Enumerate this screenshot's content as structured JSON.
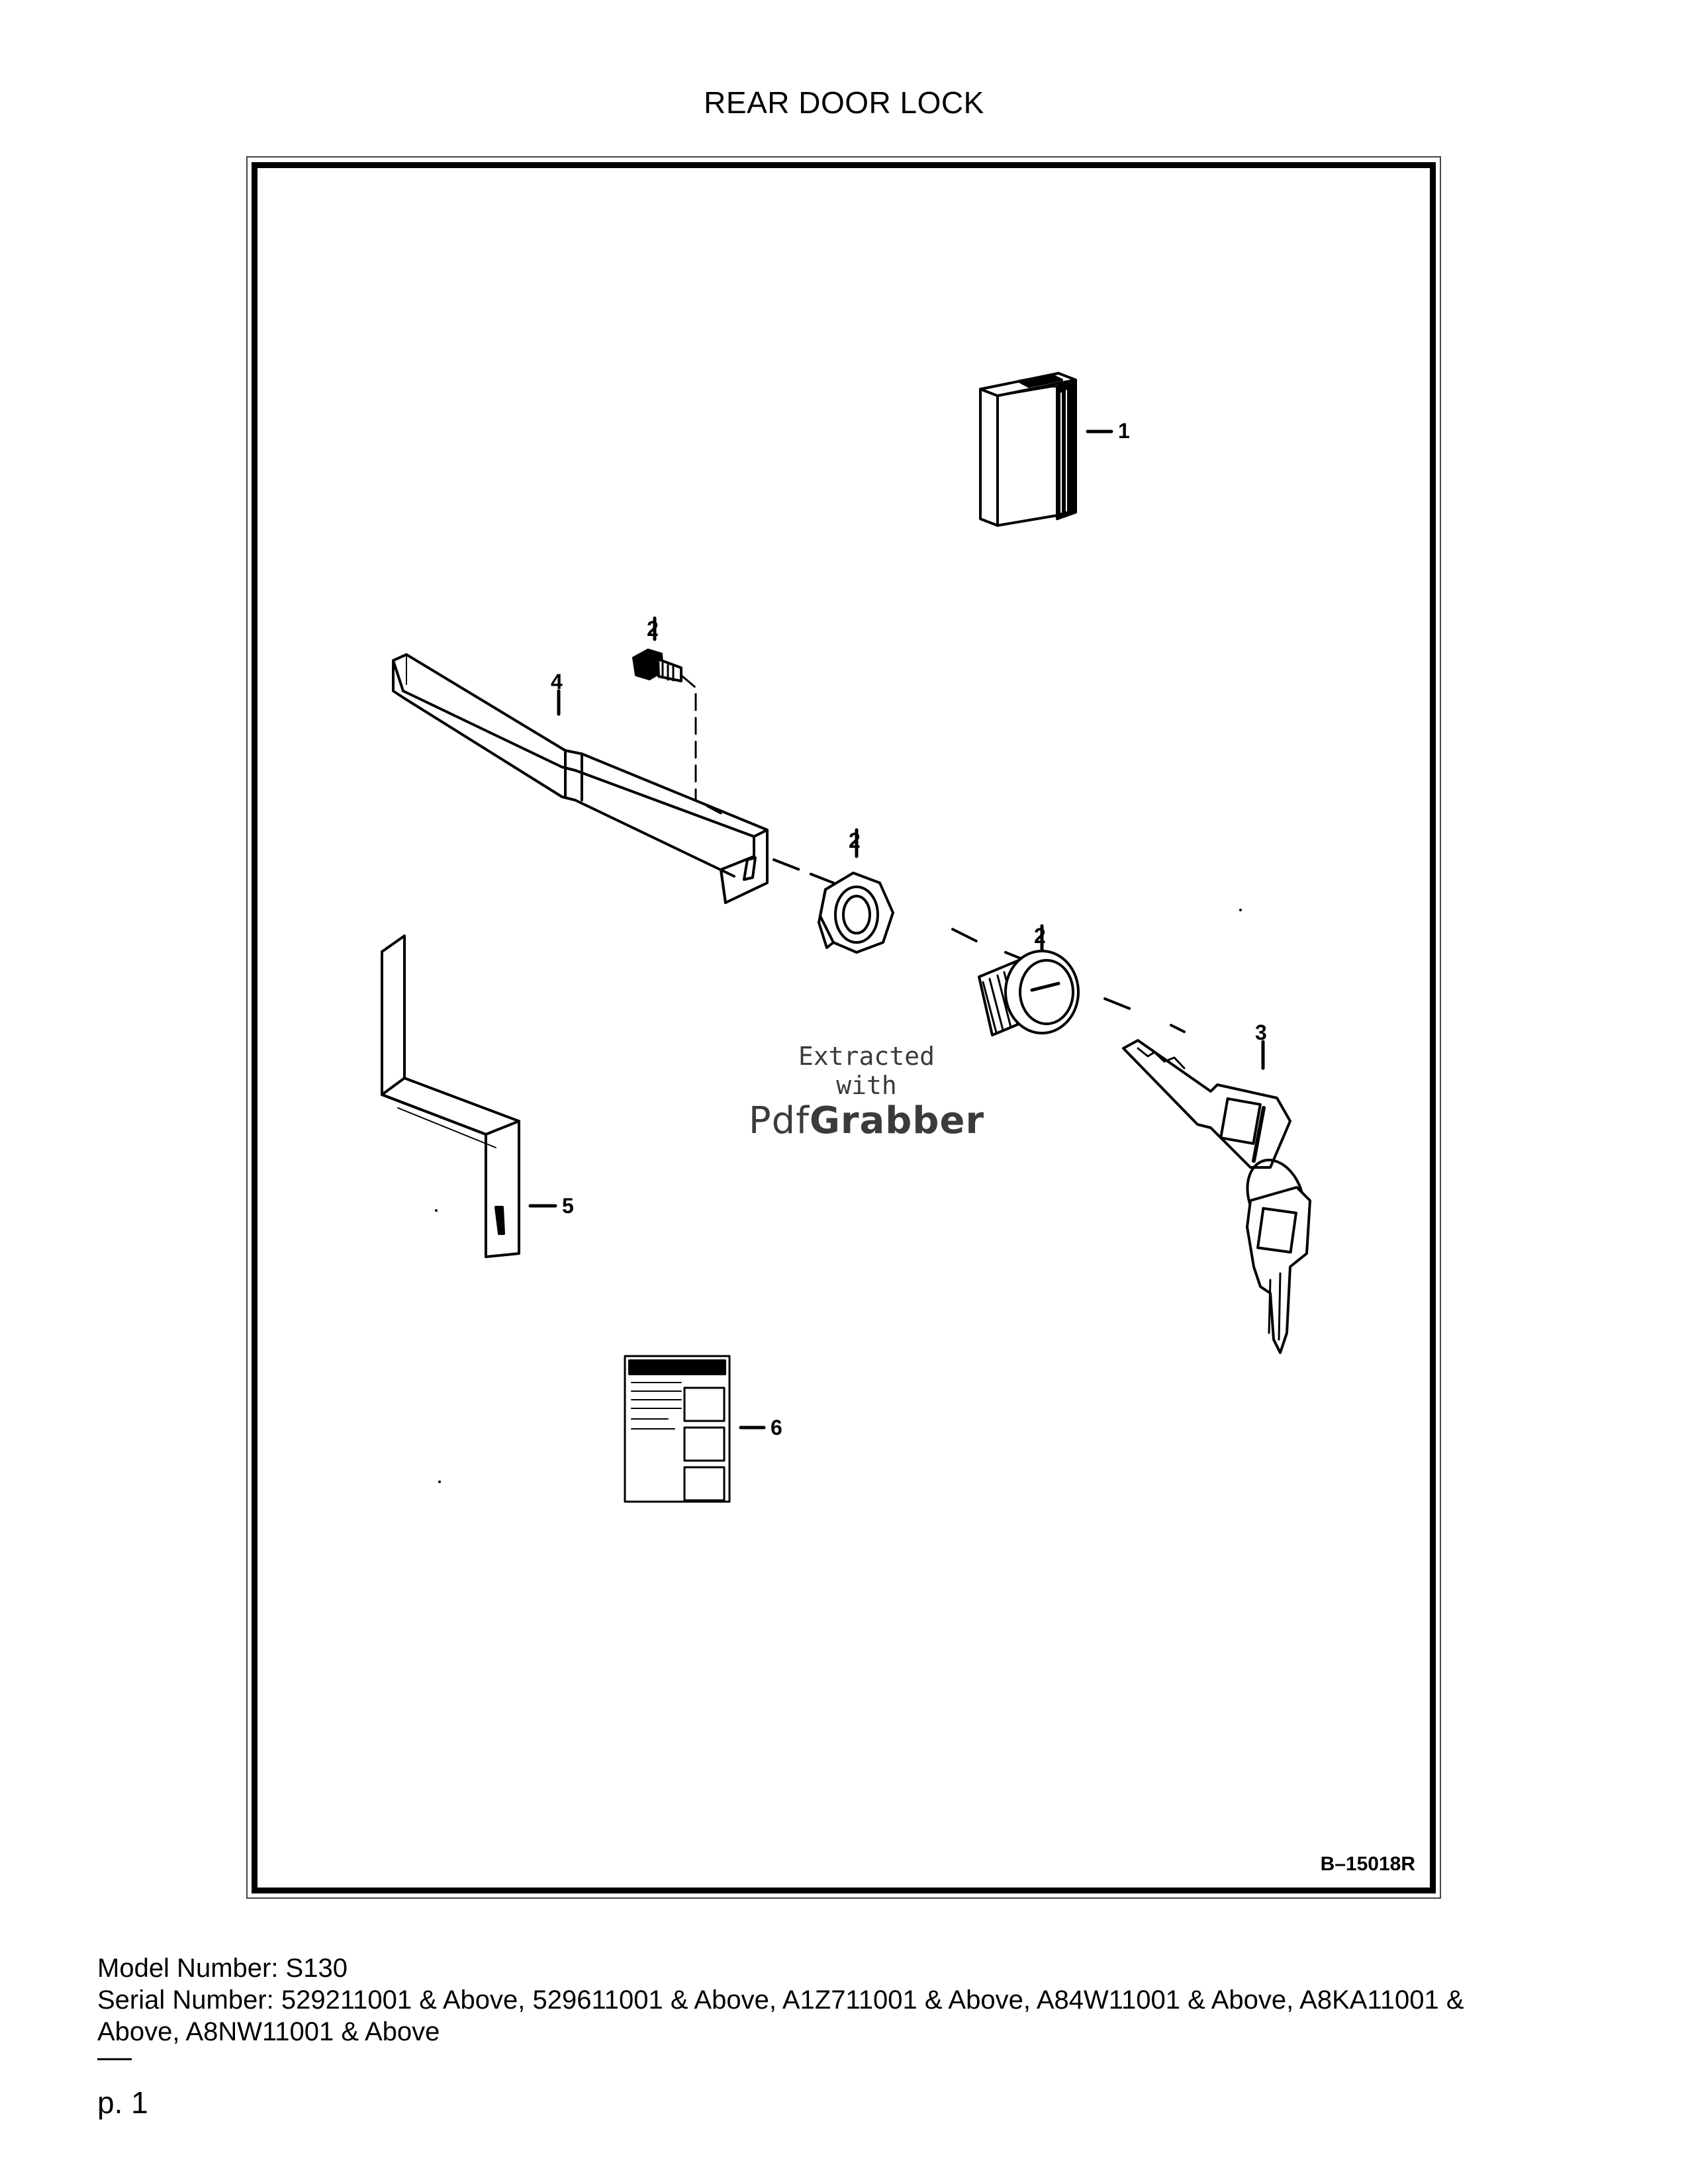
{
  "document": {
    "title": "REAR DOOR LOCK",
    "figure": {
      "reference_code": "B–15018R",
      "callouts": [
        "1",
        "2",
        "2",
        "2",
        "3",
        "4",
        "5",
        "6"
      ],
      "watermark": {
        "line1": "Extracted",
        "line2": "with",
        "brand_pre": "Pdf",
        "brand_bold": "Grabber"
      }
    },
    "footer": {
      "model_line": "Model Number: S130",
      "serial_line_1": "Serial Number: 529211001 & Above, 529611001 & Above, A1Z711001 & Above, A84W11001 & Above, A8KA11001 &",
      "serial_line_2": "Above, A8NW11001 & Above"
    },
    "page_label": "p. 1"
  }
}
